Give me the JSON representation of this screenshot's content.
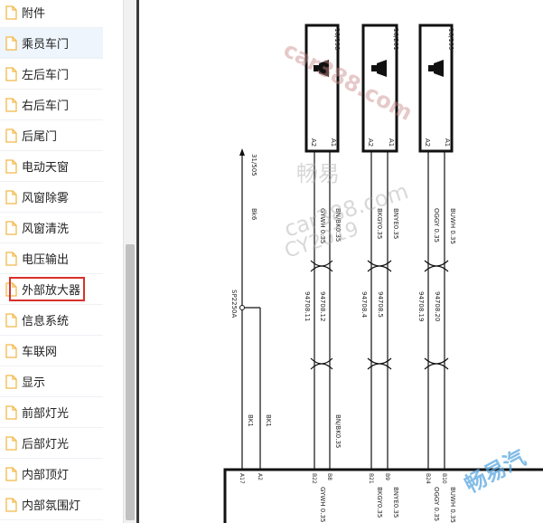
{
  "sidebar": {
    "items": [
      {
        "label": "附件"
      },
      {
        "label": "乘员车门"
      },
      {
        "label": "左后车门"
      },
      {
        "label": "右后车门"
      },
      {
        "label": "后尾门"
      },
      {
        "label": "电动天窗"
      },
      {
        "label": "风窗除雾"
      },
      {
        "label": "风窗清洗"
      },
      {
        "label": "电压输出"
      },
      {
        "label": "外部放大器"
      },
      {
        "label": "信息系统"
      },
      {
        "label": "车联网"
      },
      {
        "label": "显示"
      },
      {
        "label": "前部灯光"
      },
      {
        "label": "后部灯光"
      },
      {
        "label": "内部顶灯"
      },
      {
        "label": "内部氛围灯"
      }
    ],
    "selected_index": 1,
    "highlighted_index": 9
  },
  "diagram": {
    "speakers": [
      {
        "ref": "16/198",
        "pin_a": "A1",
        "pin_b": "A2"
      },
      {
        "ref": "16/201",
        "pin_a": "A1",
        "pin_b": "A2"
      },
      {
        "ref": "16/199",
        "pin_a": "A1",
        "pin_b": "A2"
      }
    ],
    "wire_left": {
      "ref": "31/505",
      "code": "Bk6"
    },
    "splice": "SP2250A",
    "wires_top": [
      "GYWH 0.35",
      "BN/BK0.35",
      "BKGY0.35",
      "BNYE0.35",
      "OGGY 0.35",
      "BUWH 0.35"
    ],
    "wire_ids": [
      "94708.11",
      "94708.12",
      "94708.4",
      "94708.5",
      "94708.19",
      "94708.20"
    ],
    "bk1_a": "BK1",
    "bk1_b": "BK1",
    "bnbk_lower": "BN/BK0.35",
    "module_pins": [
      "A17",
      "A2",
      "B22",
      "B8",
      "B21",
      "B9",
      "B24",
      "B10"
    ],
    "wires_bottom": [
      "GYWH 0.35",
      "BKGY0.35",
      "BNYE0.35",
      "OGGY 0.35",
      "BUWH 0.35"
    ],
    "watermark_lines": [
      "car388.com",
      "畅易",
      "car388.com",
      "CY2019",
      "畅易汽"
    ]
  },
  "colors": {
    "highlight": "#d9302c",
    "folder_icon": "#f2b94a",
    "watermark": "#c98a8a",
    "watermark_blue": "#5aa8e0"
  }
}
